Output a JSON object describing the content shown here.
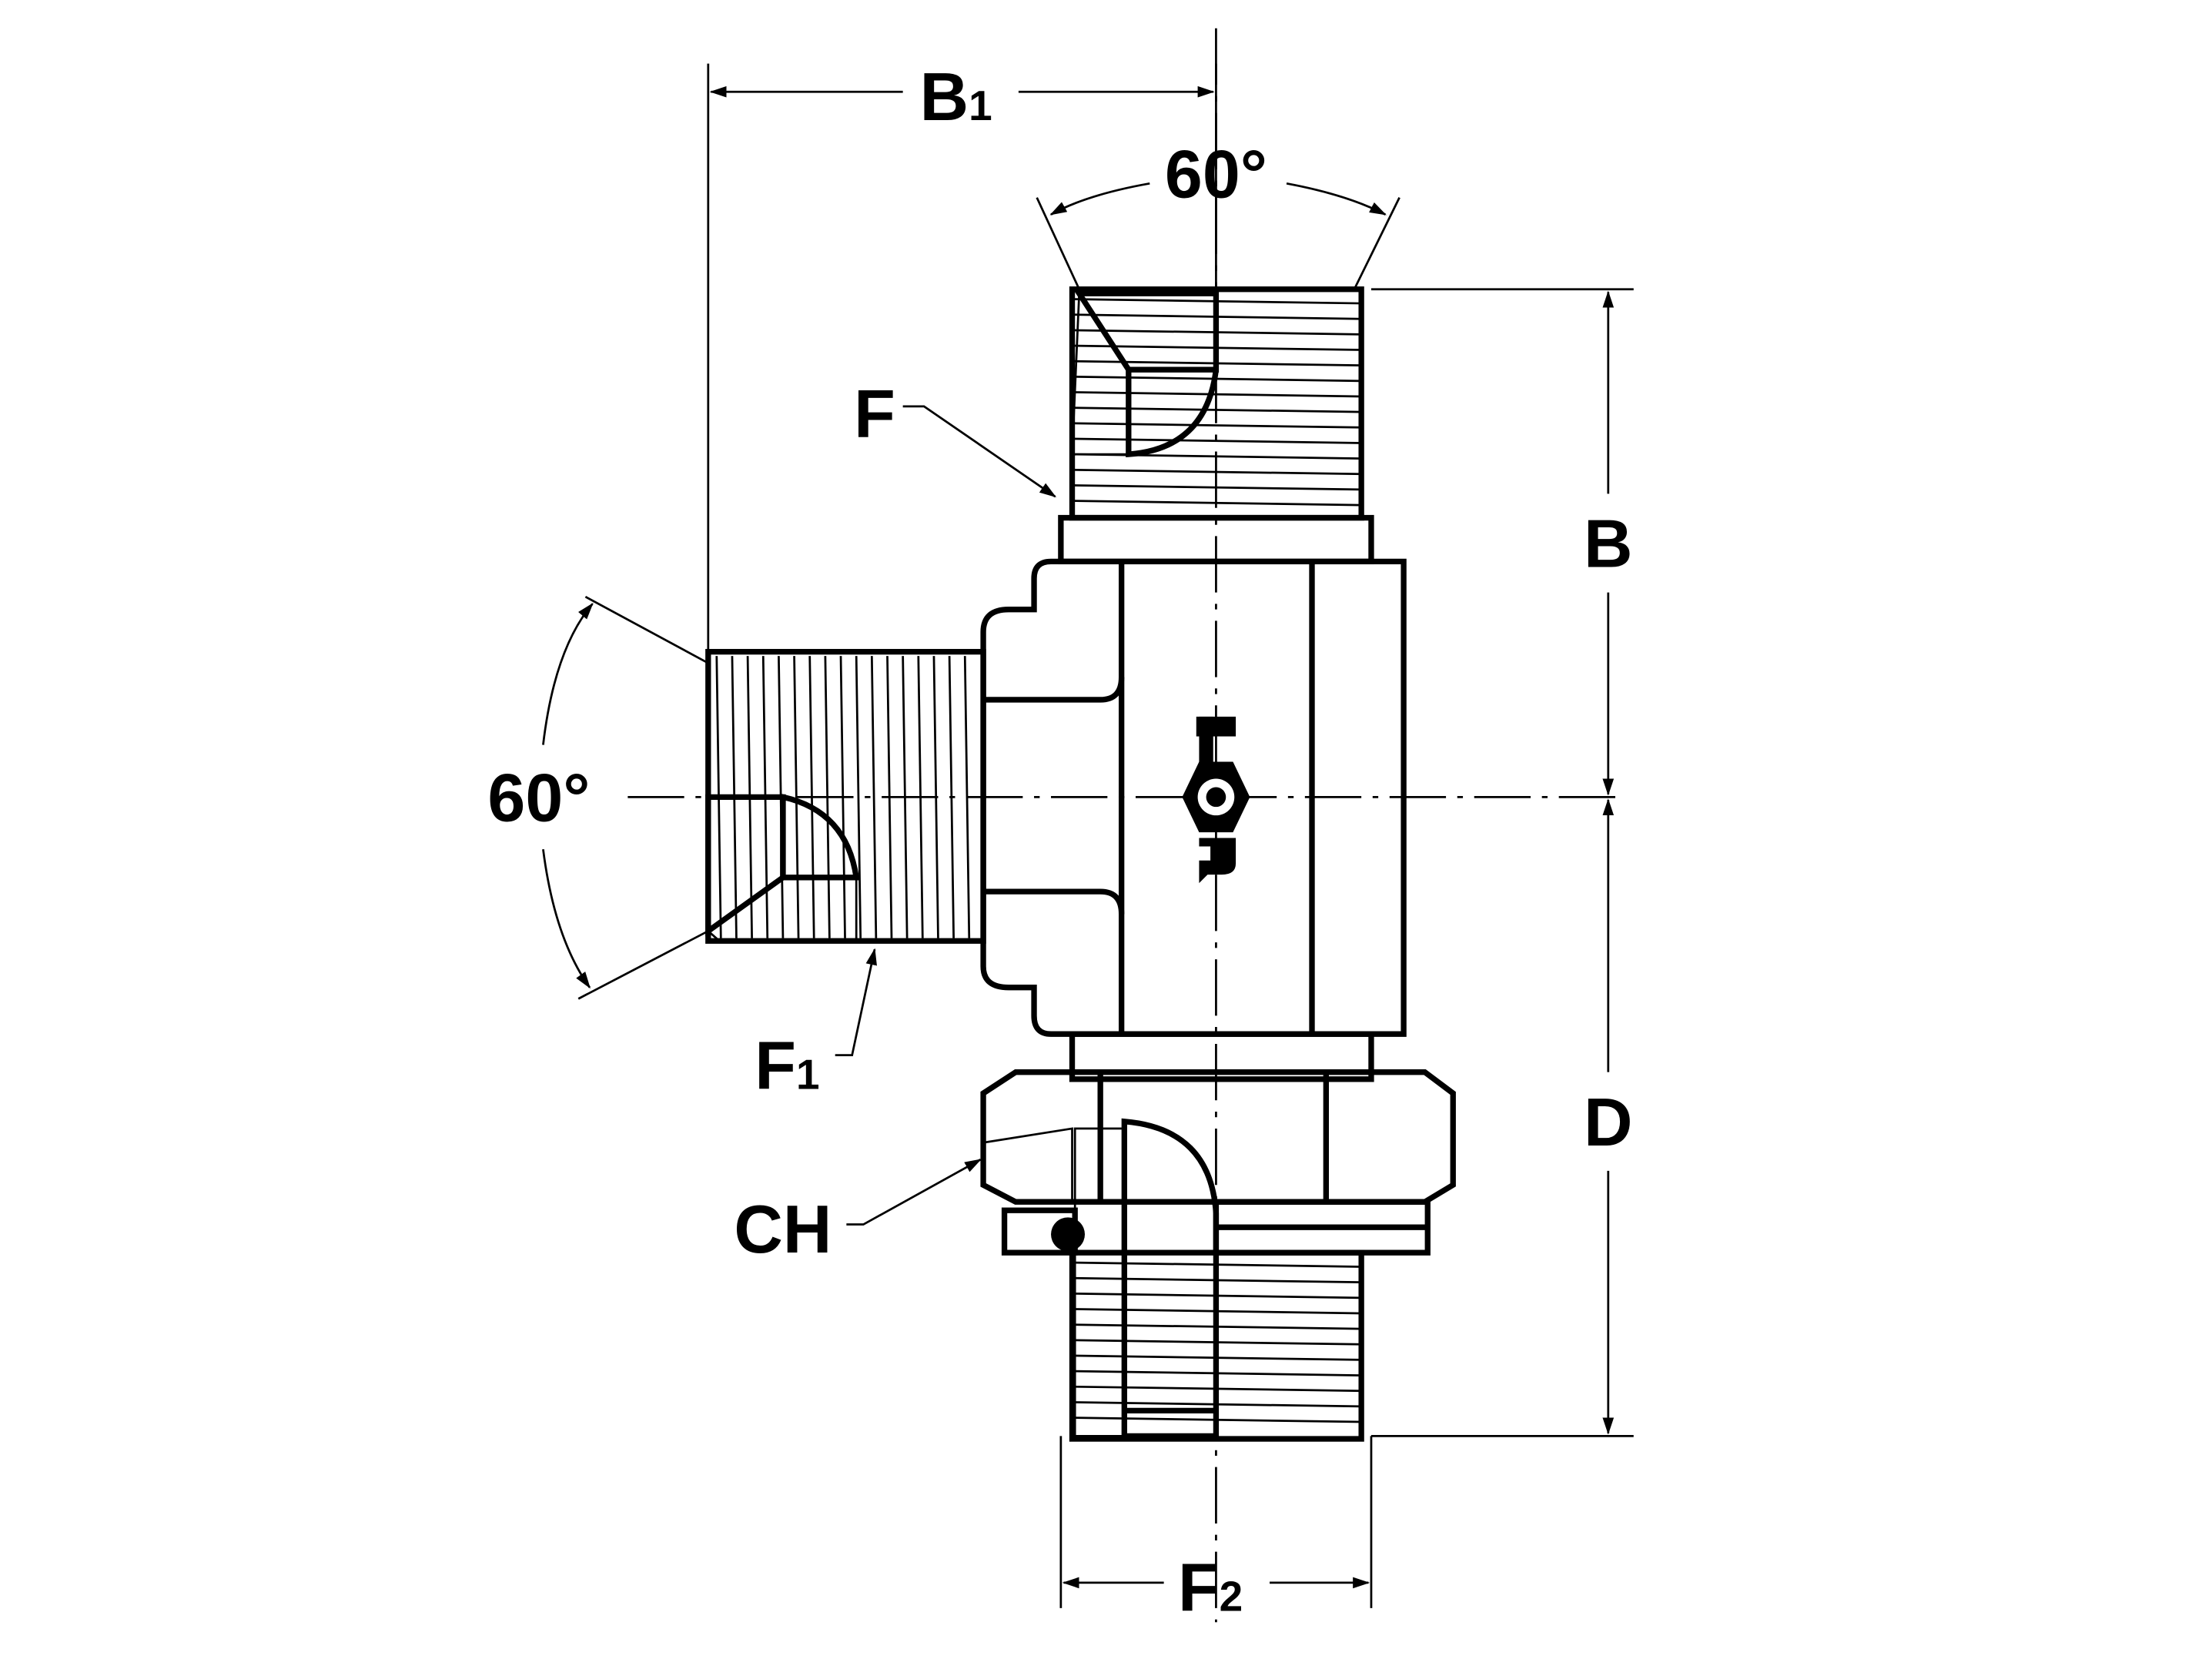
{
  "drawing": {
    "title": "Tee fitting with swivel nut branch and adjustable stud end",
    "logo_text": "FOR",
    "colors": {
      "ink": "#000000",
      "paper": "#ffffff"
    },
    "dimensions": {
      "b1": {
        "main": "B",
        "sub": "1"
      },
      "b": "B",
      "d": "D",
      "f": "F",
      "f1": {
        "main": "F",
        "sub": "1"
      },
      "f2": {
        "main": "F",
        "sub": "2"
      },
      "ch": "CH",
      "angle_top": "60°",
      "angle_left": "60°"
    }
  }
}
